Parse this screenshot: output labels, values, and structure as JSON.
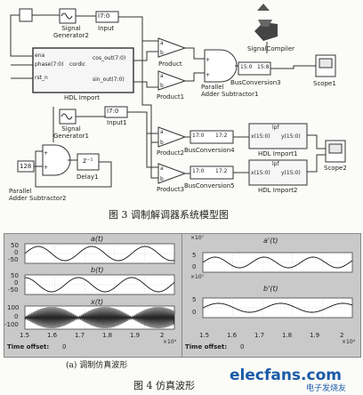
{
  "diagram": {
    "blocks": {
      "sg2": "Signal\nGenerator2",
      "input_top": "Input",
      "input_top_tag": "I7:0",
      "hdl_import_main": "HDL Import",
      "hdl_ports_in": [
        "ena",
        "phase(7:0)",
        "rst_n"
      ],
      "hdl_ports_out": [
        "cos_out(7:0)",
        "sin_out(7:0)"
      ],
      "hdl_center": "cordic",
      "product": "Product",
      "product1": "Product1",
      "parallel_adder_top": "Parallel\nAdder Subtractor1",
      "signal_compiler": "SignalCompiler",
      "bus_conv3": "BusConversion3",
      "bus_conv3_ports": [
        "15:0",
        "15:8"
      ],
      "scope1": "Scope1",
      "sg1": "Signal\nGenerator1",
      "input1": "Input1",
      "input1_tag": "I7:0",
      "const128": "128",
      "parallel_adder_bottom": "Parallel\nAdder Subtractor2",
      "delay": "Delay1",
      "delay_sym": "z⁻¹",
      "product2": "Product2",
      "product3": "Product3",
      "bus_conv4": "BusConversion4",
      "bus_conv5": "BusConversion5",
      "bus_ports": [
        "17:0",
        "17:2"
      ],
      "hdl_import1": "HDL Import1",
      "hdl_import2": "HDL Import2",
      "hdl_sub_ports": [
        "x(15:0)",
        "y(15:0)"
      ],
      "hdl_sub_center": "lpf",
      "scope2": "Scope2"
    },
    "fig3_caption": "图 3   调制解调器系统模型图"
  },
  "waveforms": {
    "left_labels": [
      "a(t)",
      "b(t)",
      "x(t)"
    ],
    "right_labels": [
      "a'(t)",
      "b'(t)"
    ],
    "left_yticks": [
      [
        "50",
        "0",
        "-50"
      ],
      [
        "50",
        "0",
        "-50"
      ],
      [
        "100",
        "0",
        "-100"
      ]
    ],
    "right_exp": "×10⁷",
    "right_yticks": [
      [
        "5",
        "0"
      ],
      [
        "5",
        "0"
      ]
    ],
    "xticks": [
      "1.5",
      "1.6",
      "1.7",
      "1.8",
      "1.9",
      "2"
    ],
    "x_exp": "×10⁴",
    "time_offset_label": "Time offset:",
    "time_offset_value": "0",
    "sub_a": "(a) 调制仿真波形",
    "fig4_caption": "图 4   仿真波形"
  },
  "watermark": {
    "site": "elecfans.com",
    "site_cn": "电子发烧友"
  }
}
